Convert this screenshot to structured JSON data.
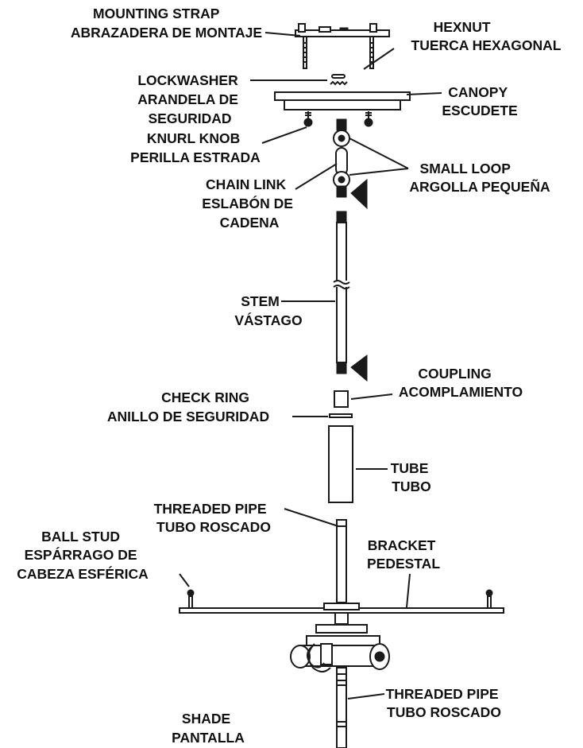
{
  "labels": {
    "mounting_strap": [
      "MOUNTING STRAP",
      "ABRAZADERA DE MONTAJE"
    ],
    "hexnut": [
      "HEXNUT",
      "TUERCA HEXAGONAL"
    ],
    "lockwasher": [
      "LOCKWASHER",
      "ARANDELA DE",
      "SEGURIDAD"
    ],
    "canopy": [
      "CANOPY",
      "ESCUDETE"
    ],
    "knurl_knob": [
      "KNURL KNOB",
      "PERILLA ESTRADA"
    ],
    "small_loop": [
      "SMALL LOOP",
      "ARGOLLA PEQUEÑA"
    ],
    "chain_link": [
      "CHAIN LINK",
      "ESLABÓN DE",
      "CADENA"
    ],
    "stem": [
      "STEM",
      "VÁSTAGO"
    ],
    "coupling": [
      "COUPLING",
      "ACOMPLAMIENTO"
    ],
    "check_ring": [
      "CHECK RING",
      "ANILLO DE SEGURIDAD"
    ],
    "tube": [
      "TUBE",
      "TUBO"
    ],
    "threaded_pipe_upper": [
      "THREADED PIPE",
      "TUBO ROSCADO"
    ],
    "ball_stud": [
      "BALL STUD",
      "ESPÁRRAGO DE",
      "CABEZA ESFÉRICA"
    ],
    "bracket": [
      "BRACKET",
      "PEDESTAL"
    ],
    "threaded_pipe_lower": [
      "THREADED PIPE",
      "TUBO ROSCADO"
    ],
    "shade": [
      "SHADE",
      "PANTALLA"
    ]
  },
  "colors": {
    "ink": "#1a1a1a",
    "background": "#ffffff"
  }
}
